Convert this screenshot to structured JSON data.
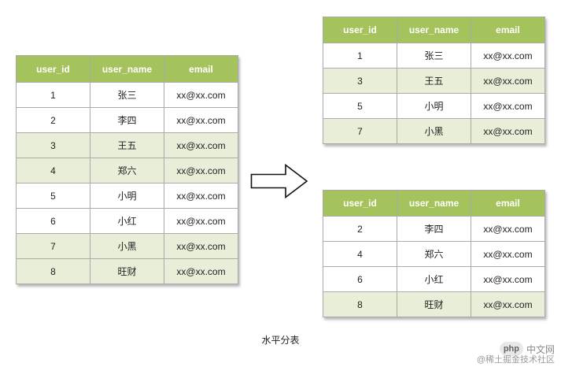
{
  "columns": [
    "user_id",
    "user_name",
    "email"
  ],
  "source_table": {
    "rows": [
      [
        "1",
        "张三",
        "xx@xx.com"
      ],
      [
        "2",
        "李四",
        "xx@xx.com"
      ],
      [
        "3",
        "王五",
        "xx@xx.com"
      ],
      [
        "4",
        "郑六",
        "xx@xx.com"
      ],
      [
        "5",
        "小明",
        "xx@xx.com"
      ],
      [
        "6",
        "小红",
        "xx@xx.com"
      ],
      [
        "7",
        "小黑",
        "xx@xx.com"
      ],
      [
        "8",
        "旺财",
        "xx@xx.com"
      ]
    ]
  },
  "result_tables": [
    {
      "rows": [
        [
          "1",
          "张三",
          "xx@xx.com"
        ],
        [
          "3",
          "王五",
          "xx@xx.com"
        ],
        [
          "5",
          "小明",
          "xx@xx.com"
        ],
        [
          "7",
          "小黑",
          "xx@xx.com"
        ]
      ]
    },
    {
      "rows": [
        [
          "2",
          "李四",
          "xx@xx.com"
        ],
        [
          "4",
          "郑六",
          "xx@xx.com"
        ],
        [
          "6",
          "小红",
          "xx@xx.com"
        ],
        [
          "8",
          "旺财",
          "xx@xx.com"
        ]
      ]
    }
  ],
  "caption": "水平分表",
  "watermark": {
    "logo": "php",
    "text": "中文网",
    "text2": "@稀土掘金技术社区"
  },
  "colors": {
    "header": "#a5c35c",
    "alt_row": "#e8eed8",
    "border": "#aaaaaa"
  },
  "icons": {
    "arrow": "right-arrow-icon"
  }
}
